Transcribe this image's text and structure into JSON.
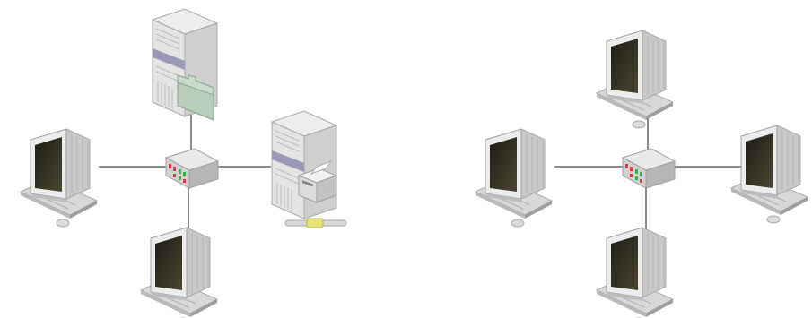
{
  "diagram": {
    "networks": [
      {
        "id": "left-network",
        "hub": "network-switch",
        "nodes": [
          {
            "role": "file-server",
            "icon": "file-server-icon",
            "position": "top"
          },
          {
            "role": "workstation",
            "icon": "desktop-computer-icon",
            "position": "left"
          },
          {
            "role": "print-server",
            "icon": "print-server-icon",
            "position": "right"
          },
          {
            "role": "workstation",
            "icon": "desktop-computer-icon",
            "position": "bottom"
          }
        ]
      },
      {
        "id": "right-network",
        "hub": "network-switch",
        "nodes": [
          {
            "role": "workstation",
            "icon": "desktop-computer-icon",
            "position": "top"
          },
          {
            "role": "workstation",
            "icon": "desktop-computer-icon",
            "position": "left"
          },
          {
            "role": "workstation",
            "icon": "desktop-computer-icon",
            "position": "right"
          },
          {
            "role": "workstation",
            "icon": "desktop-computer-icon",
            "position": "bottom"
          }
        ]
      }
    ],
    "colors": {
      "link": "#8c8c8c",
      "device_body": "#e6e6e6",
      "device_shade": "#bdbdbd",
      "device_accent": "#9a9ab8",
      "screen": "#2b2a1f",
      "folder": "#c9dccc",
      "led_red": "#d93a3a",
      "led_green": "#38b04a",
      "terminator": "#e8e27a"
    }
  }
}
